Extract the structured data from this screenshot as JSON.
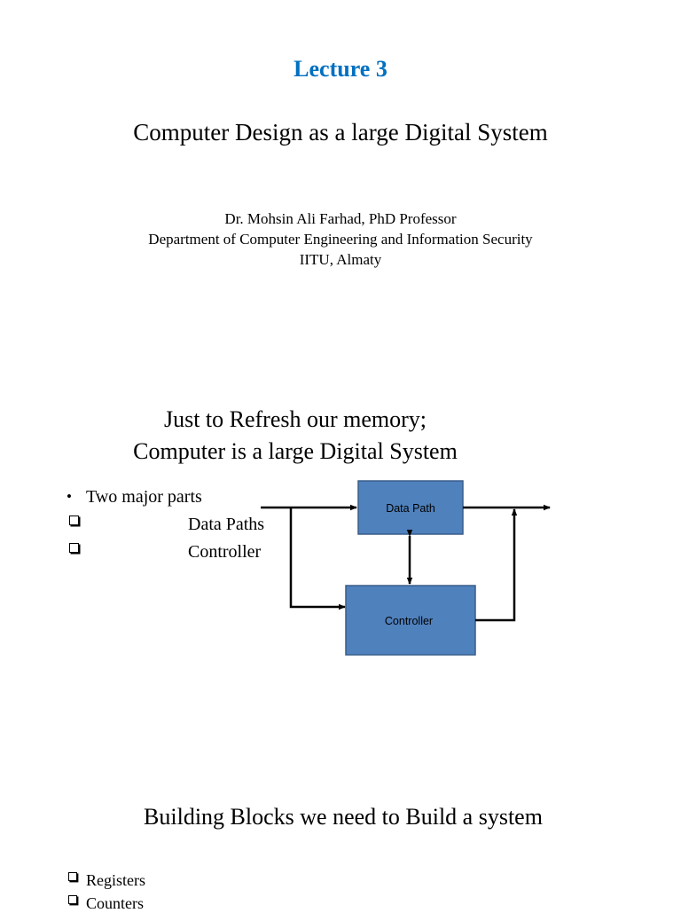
{
  "slide1": {
    "lecture_title": "Lecture 3",
    "main_title": "Computer Design as a large Digital System",
    "author": "Dr. Mohsin Ali Farhad, PhD Professor",
    "department": "Department of Computer Engineering and Information Security",
    "institution": "IITU, Almaty"
  },
  "slide2": {
    "heading_line1": "Just to Refresh our memory;",
    "heading_line2": "Computer is a large Digital System",
    "bullet": "Two major parts",
    "subitems": [
      "Data Paths",
      "Controller"
    ],
    "diagram": {
      "data_path_label": "Data Path",
      "controller_label": "Controller",
      "box_fill": "#4f81bd",
      "box_stroke": "#385d8a"
    }
  },
  "slide3": {
    "heading": "Building Blocks we need to Build a system",
    "items": [
      "Registers",
      "Counters"
    ]
  },
  "colors": {
    "title_blue": "#0070c0",
    "text": "#000000",
    "background": "#ffffff"
  }
}
